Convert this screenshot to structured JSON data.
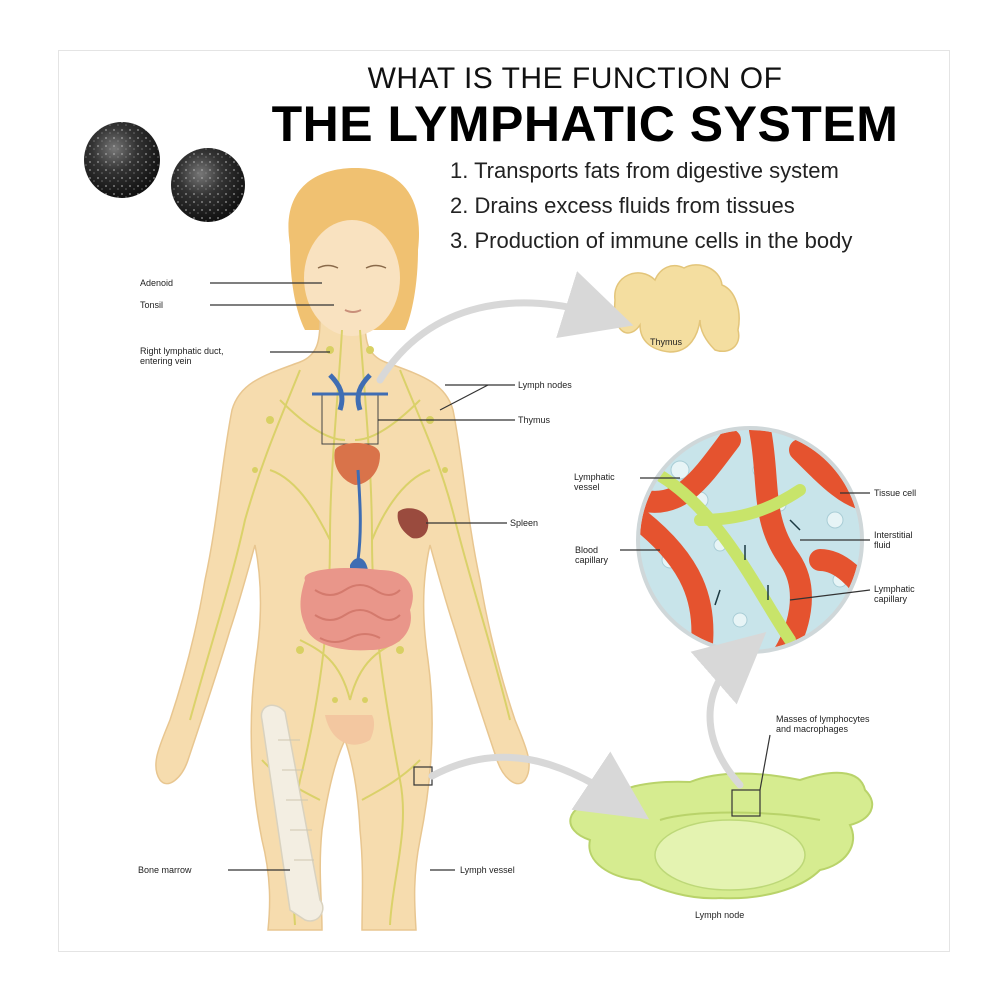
{
  "title": {
    "line1": "WHAT IS THE FUNCTION OF",
    "line2": "THE LYMPHATIC SYSTEM"
  },
  "functions": [
    "1. Transports fats from digestive system",
    "2. Drains excess fluids from tissues",
    "3. Production of immune cells in the body"
  ],
  "labels": {
    "adenoid": "Adenoid",
    "tonsil": "Tonsil",
    "right_duct_line1": "Right lymphatic duct,",
    "right_duct_line2": "entering vein",
    "lymph_nodes": "Lymph nodes",
    "thymus": "Thymus",
    "thymus_inset": "Thymus",
    "spleen": "Spleen",
    "bone_marrow": "Bone marrow",
    "lymph_vessel": "Lymph vessel",
    "lymphatic_vessel_line1": "Lymphatic",
    "lymphatic_vessel_line2": "vessel",
    "blood_capillary_line1": "Blood",
    "blood_capillary_line2": "capillary",
    "tissue_cell": "Tissue cell",
    "interstitial_line1": "Interstitial",
    "interstitial_line2": "fluid",
    "lymphatic_capillary_line1": "Lymphatic",
    "lymphatic_capillary_line2": "capillary",
    "masses_line1": "Masses of lymphocytes",
    "masses_line2": "and macrophages",
    "lymph_node": "Lymph node"
  },
  "colors": {
    "body": "#f6dcae",
    "lymph": "#d8d063",
    "hair": "#f0c171",
    "intestine": "#e9968a",
    "spleen": "#9a4b3e",
    "heart": "#d9734a",
    "vein": "#3f6db3",
    "capillary": "#e5532f",
    "node_green": "#d6ec90",
    "cell_bg": "#c8e4ea"
  }
}
